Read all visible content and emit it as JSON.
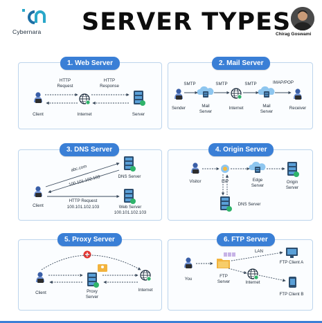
{
  "header": {
    "brand": "Cybernara",
    "title": "SERVER TYPES",
    "author": "Chirag Goswami"
  },
  "panels": {
    "web": {
      "title": "1. Web Server",
      "client": "Client",
      "internet": "Internet",
      "server": "Server",
      "request": "HTTP\nRequest",
      "response": "HTTP\nResponse"
    },
    "mail": {
      "title": "2. Mail Server",
      "sender": "Sender",
      "mail_server_1": "Mail\nServer",
      "internet": "Internet",
      "mail_server_2": "Mail\nServer",
      "receiver": "Receiver",
      "smtp_1": "SMTP",
      "smtp_2": "SMTP",
      "smtp_3": "SMTP",
      "imap": "IMAP/POP"
    },
    "dns": {
      "title": "3. DNS Server",
      "domain": "abc.com",
      "ip_reply": "100.101.102.103",
      "dns_server": "DNS Server",
      "client": "Client",
      "http_request": "HTTP Request",
      "request_ip": "100.101.102.103",
      "web_server": "Web Server",
      "web_server_ip": "100.101.102.103"
    },
    "origin": {
      "title": "4. Origin Server",
      "visitor": "Visitor",
      "isp": "ISP",
      "edge": "Edge\nServer",
      "origin": "Origin\nServer",
      "dns": "DNS Server"
    },
    "proxy": {
      "title": "5. Proxy Server",
      "client": "Client",
      "proxy": "Proxy\nServer",
      "internet": "Internet"
    },
    "ftp": {
      "title": "6. FTP Server",
      "lan": "LAN",
      "client_a": "FTP Client A",
      "you": "You",
      "ftp_server": "FTP\nServer",
      "internet": "Internet",
      "client_b": "FTP Client B"
    }
  },
  "colors": {
    "accent": "#3a7fd6",
    "border": "#bcd4ec",
    "server_green": "#2fb36a",
    "server_dark": "#2c4d6e",
    "cloud": "#8ec6ef",
    "alert_red": "#e53935"
  }
}
